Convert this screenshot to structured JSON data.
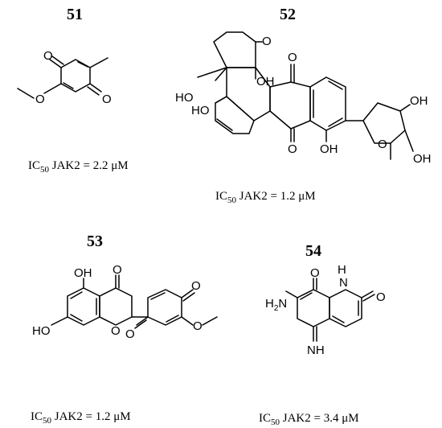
{
  "compounds": [
    {
      "id": "51",
      "ic50_prefix": "IC",
      "ic50_sub": "50",
      "ic50_text": " JAK2 = 2.2 μM"
    },
    {
      "id": "52",
      "ic50_prefix": "IC",
      "ic50_sub": "50",
      "ic50_text": " JAK2 = 1.2 μM"
    },
    {
      "id": "53",
      "ic50_prefix": "IC",
      "ic50_sub": "50",
      "ic50_text": " JAK2 = 1.2 μM"
    },
    {
      "id": "54",
      "ic50_prefix": "IC",
      "ic50_sub": "50",
      "ic50_text": " JAK2 = 3.4 μM"
    }
  ],
  "atoms": {
    "O": "O",
    "OH": "OH",
    "HO": "HO",
    "NH": "NH",
    "N": "N",
    "H": "H",
    "H2N_H": "H",
    "H2N_2": "2",
    "H2N_N": "N"
  }
}
